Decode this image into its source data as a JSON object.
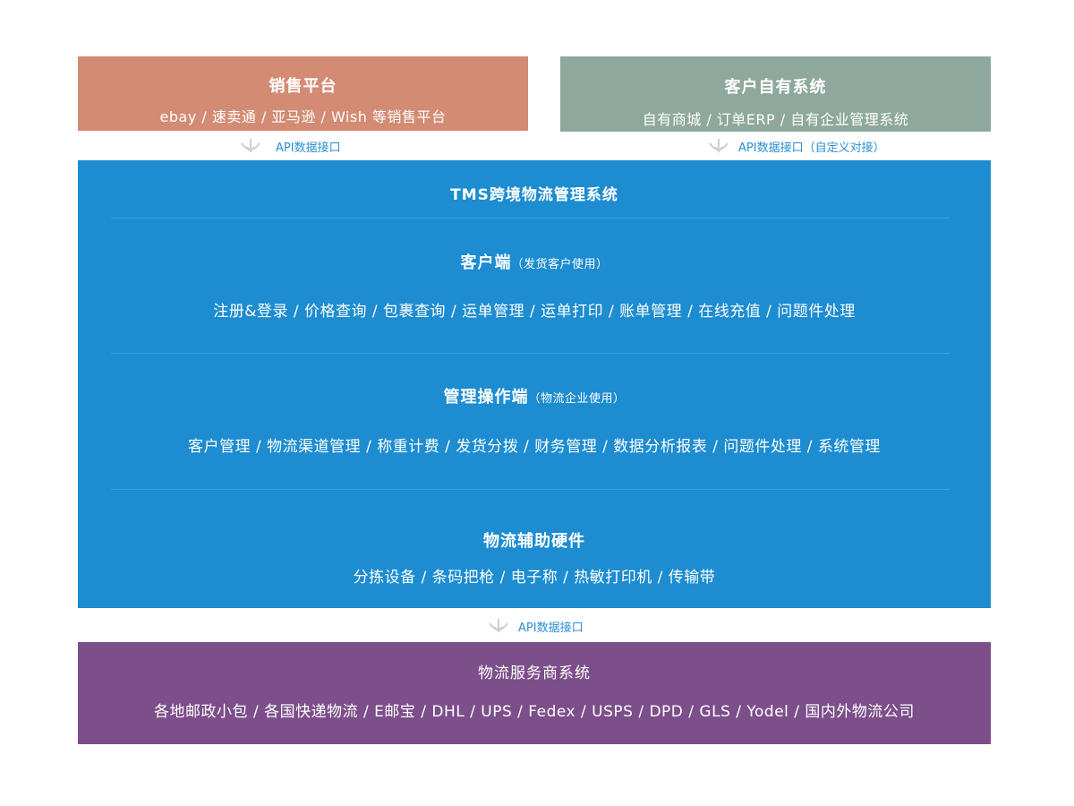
{
  "sales_platform": {
    "title": "销售平台",
    "items": "ebay / 速卖通 / 亚马逊 / Wish 等销售平台"
  },
  "customer_own_system": {
    "title": "客户自有系统",
    "items": "自有商城 / 订单ERP / 自有企业管理系统"
  },
  "api_labels": {
    "left": "API数据接口",
    "right": "API数据接口（自定义对接）",
    "bottom": "API数据接口"
  },
  "tms": {
    "title": "TMS跨境物流管理系统",
    "client": {
      "title": "客户端",
      "note": "（发货客户使用）",
      "items": "注册&登录 / 价格查询 / 包裹查询 / 运单管理 / 运单打印 / 账单管理 / 在线充值 / 问题件处理"
    },
    "admin": {
      "title": "管理操作端",
      "note": "（物流企业使用）",
      "items": "客户管理 / 物流渠道管理 / 称重计费 / 发货分拨 / 财务管理 / 数据分析报表 / 问题件处理 / 系统管理"
    },
    "hardware": {
      "title": "物流辅助硬件",
      "items": "分拣设备 /  条码把枪 / 电子称 / 热敏打印机 / 传输带"
    }
  },
  "logistics_provider": {
    "title": "物流服务商系统",
    "items": "各地邮政小包 / 各国快递物流 / E邮宝 / DHL / UPS / Fedex / USPS / DPD / GLS / Yodel / 国内外物流公司"
  },
  "colors": {
    "sales": "#d38b73",
    "own_system": "#8fa89d",
    "tms": "#1d8cd0",
    "provider": "#7c4e8a",
    "api_text": "#2a8fd2"
  }
}
